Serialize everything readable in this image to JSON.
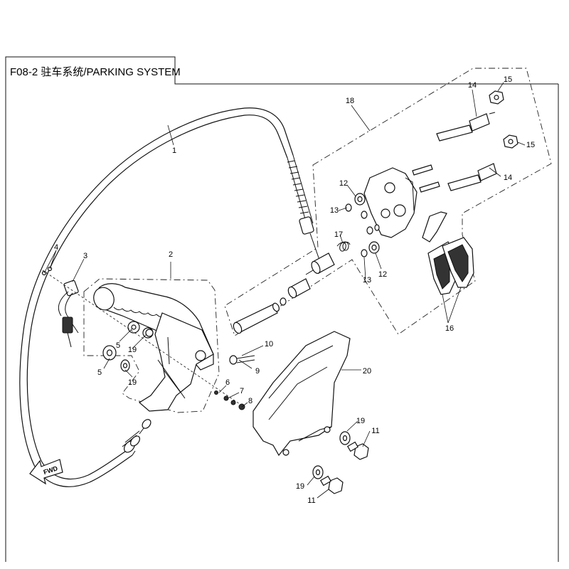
{
  "title": "F08-2 驻车系统/PARKING SYSTEM",
  "fwd_label": "FWD",
  "callouts": {
    "c1": "1",
    "c2": "2",
    "c3": "3",
    "c4": "4",
    "c5a": "5",
    "c5b": "5",
    "c6": "6",
    "c7": "7",
    "c8": "8",
    "c9": "9",
    "c10": "10",
    "c11a": "11",
    "c11b": "11",
    "c12a": "12",
    "c12b": "12",
    "c13a": "13",
    "c13b": "13",
    "c14a": "14",
    "c14b": "14",
    "c15a": "15",
    "c15b": "15",
    "c16": "16",
    "c17": "17",
    "c18": "18",
    "c19a": "19",
    "c19b": "19",
    "c19c": "19",
    "c19d": "19",
    "c20": "20"
  }
}
